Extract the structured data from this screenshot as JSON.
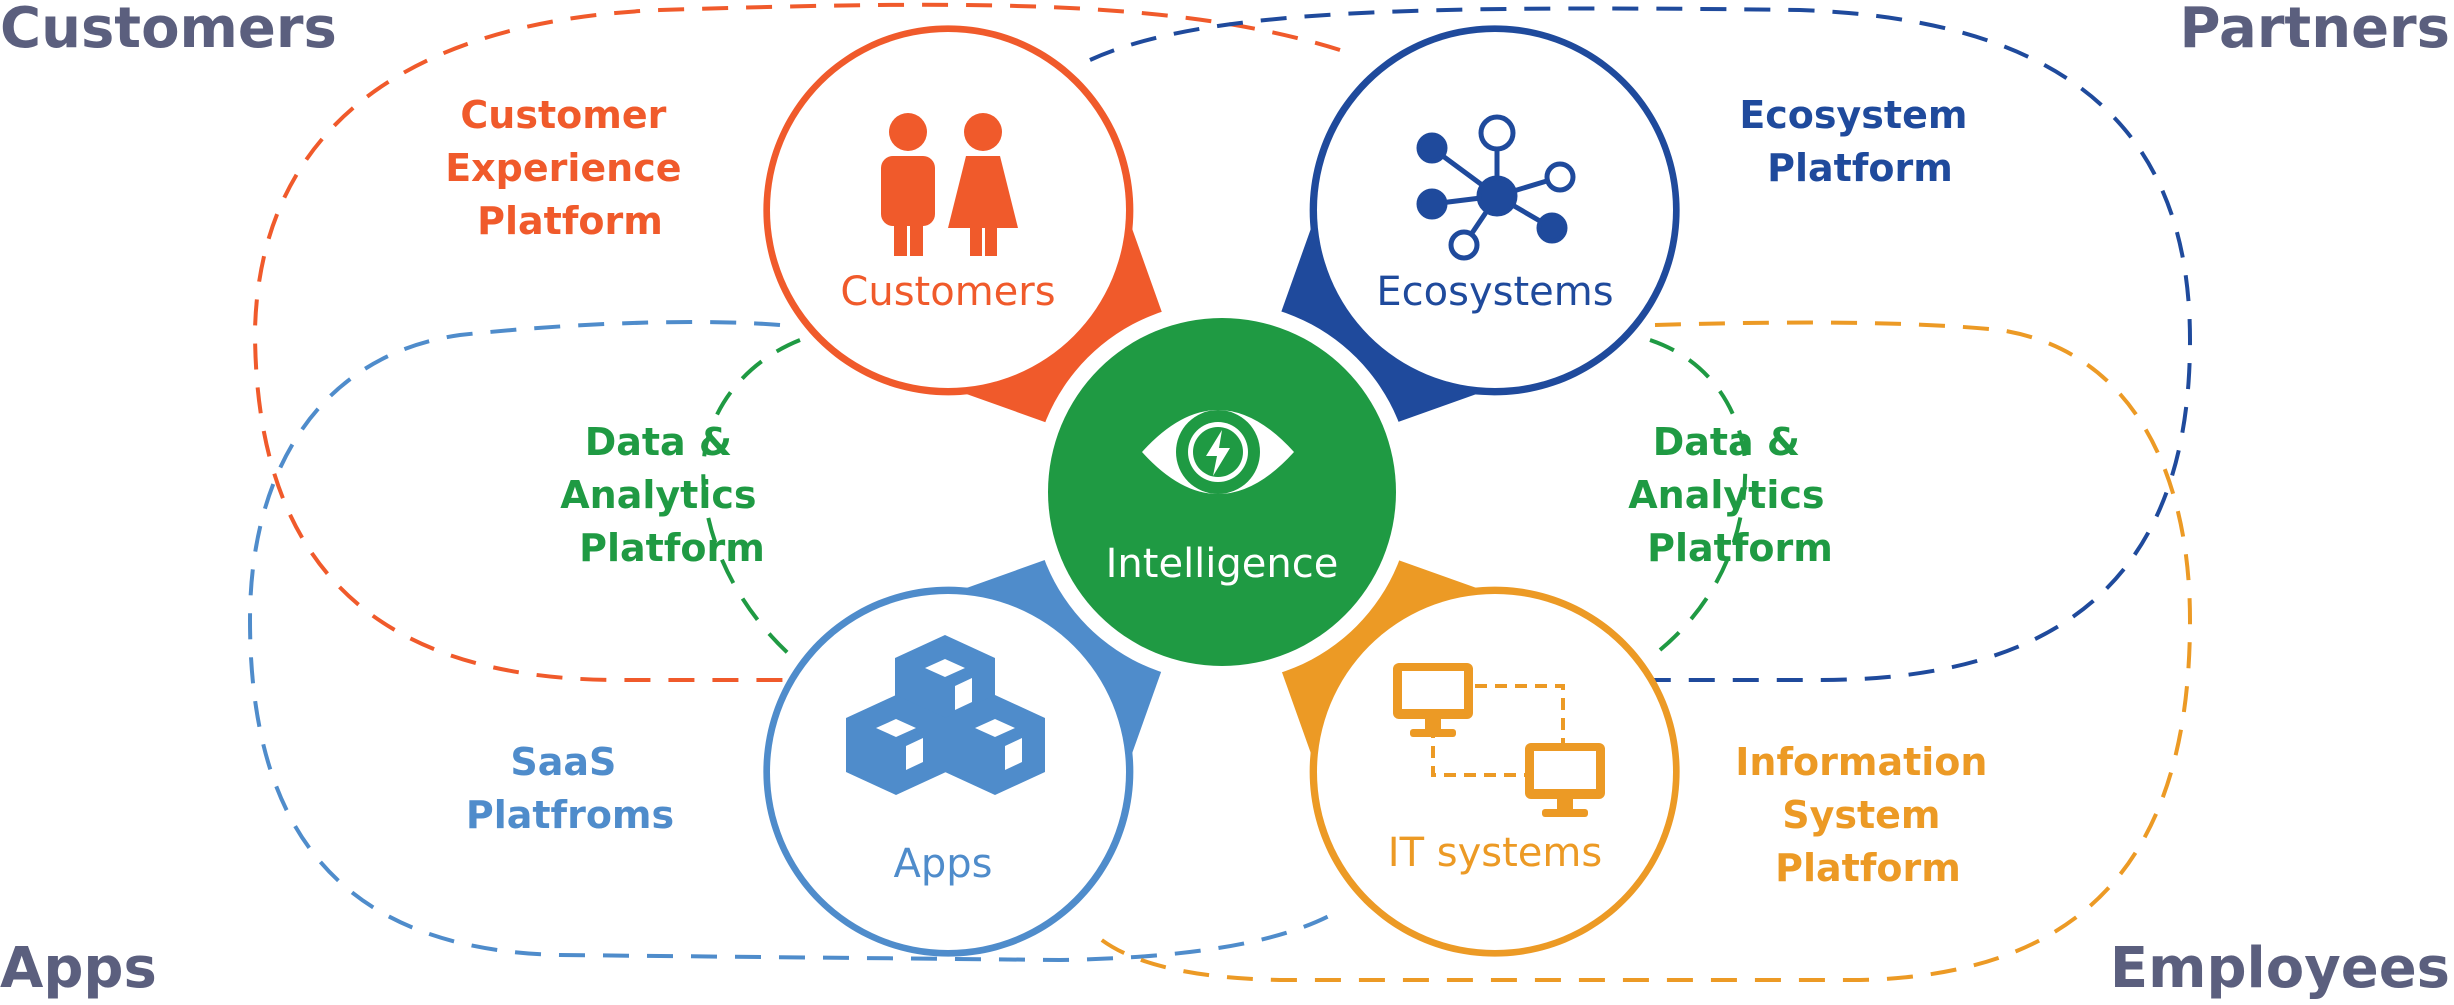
{
  "corners": {
    "top_left": "Customers",
    "top_right": "Partners",
    "bottom_left": "Apps",
    "bottom_right": "Employees"
  },
  "platforms": {
    "customer_experience": [
      "Customer",
      "Experience",
      "Platform"
    ],
    "ecosystem": [
      "Ecosystem",
      "Platform"
    ],
    "data_analytics_left": [
      "Data &",
      "Analytics",
      "Platform"
    ],
    "data_analytics_right": [
      "Data &",
      "Analytics",
      "Platform"
    ],
    "saas": [
      "SaaS",
      "Platfroms"
    ],
    "information_system": [
      "Information",
      "System",
      "Platform"
    ]
  },
  "nodes": {
    "customers": "Customers",
    "ecosystems": "Ecosystems",
    "apps": "Apps",
    "it_systems": "IT systems",
    "intelligence": "Intelligence"
  },
  "icons": {
    "customers": "people-icon",
    "ecosystems": "network-icon",
    "apps": "cubes-icon",
    "it_systems": "connected-monitors-icon",
    "intelligence": "eye-lightning-icon"
  },
  "colors": {
    "customers": "#f05a2b",
    "ecosystems": "#1f4a9c",
    "apps": "#4f8ccb",
    "it_systems": "#ec9a25",
    "intelligence": "#1f9a43",
    "corner_text": "#5b5f7e"
  }
}
